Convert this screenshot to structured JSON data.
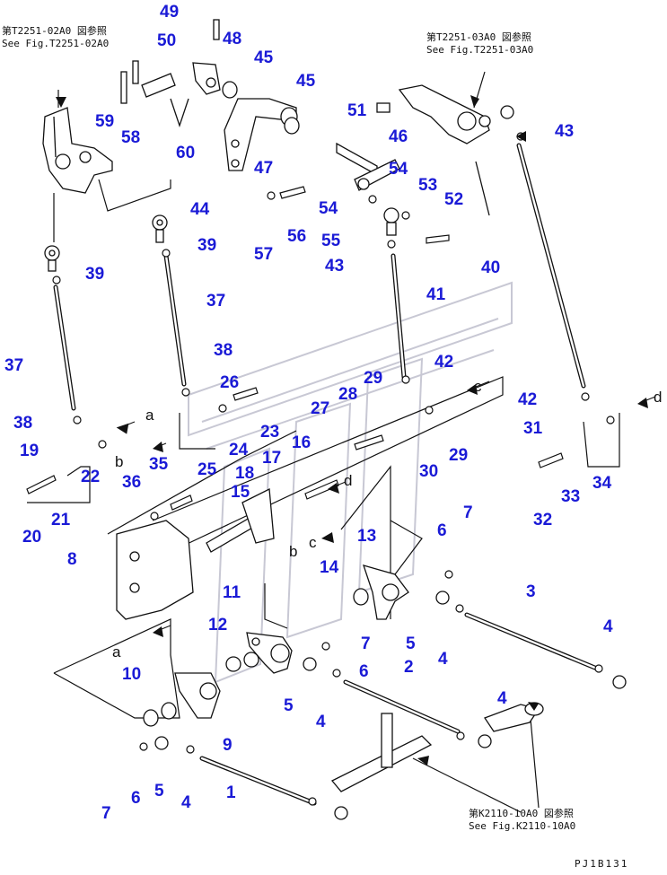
{
  "references": {
    "left_top": {
      "jp": "第T2251-02A0 図参照",
      "en": "See Fig.T2251-02A0"
    },
    "right_top": {
      "jp": "第T2251-03A0 図参照",
      "en": "See Fig.T2251-03A0"
    },
    "bottom": {
      "jp": "第K2110-10A0 図参照",
      "en": "See Fig.K2110-10A0"
    }
  },
  "drawing_code": "PJ1B131",
  "colors": {
    "part_number": "#1a1ad6",
    "line": "#111111",
    "watermark": "#c8c8d4"
  },
  "part_labels": {
    "p49": "49",
    "p50": "50",
    "p48": "48",
    "p45a": "45",
    "p45b": "45",
    "p59": "59",
    "p58": "58",
    "p60": "60",
    "p44": "44",
    "p51": "51",
    "p46": "46",
    "p47": "47",
    "p54a": "54",
    "p54b": "54",
    "p53": "53",
    "p52": "52",
    "p55": "55",
    "p43a": "43",
    "p43b": "43",
    "p57": "57",
    "p56": "56",
    "p39a": "39",
    "p39b": "39",
    "p37a": "37",
    "p37b": "37",
    "p41": "41",
    "p40": "40",
    "p38a": "38",
    "p38b": "38",
    "p26": "26",
    "p29a": "29",
    "p29b": "29",
    "p42a": "42",
    "p42b": "42",
    "p28": "28",
    "p27": "27",
    "p23": "23",
    "p24": "24",
    "p16": "16",
    "p19": "19",
    "p22": "22",
    "p20": "20",
    "p21": "21",
    "p36": "36",
    "p35": "35",
    "p25": "25",
    "p18": "18",
    "p17": "17",
    "p15": "15",
    "p30": "30",
    "p31": "31",
    "p32": "32",
    "p33": "33",
    "p34": "34",
    "p8": "8",
    "p13": "13",
    "p14": "14",
    "p6a": "6",
    "p6b": "6",
    "p6c": "6",
    "p7a": "7",
    "p7b": "7",
    "p7c": "7",
    "p11": "11",
    "p12": "12",
    "p10": "10",
    "p9": "9",
    "p5a": "5",
    "p5b": "5",
    "p5c": "5",
    "p4a": "4",
    "p4b": "4",
    "p4c": "4",
    "p4d": "4",
    "p4e": "4",
    "p3": "3",
    "p2": "2",
    "p1": "1"
  },
  "connectors": {
    "a1": "a",
    "a2": "a",
    "b1": "b",
    "b2": "b",
    "c1": "c",
    "c2": "c",
    "d1": "d",
    "d2": "d"
  }
}
